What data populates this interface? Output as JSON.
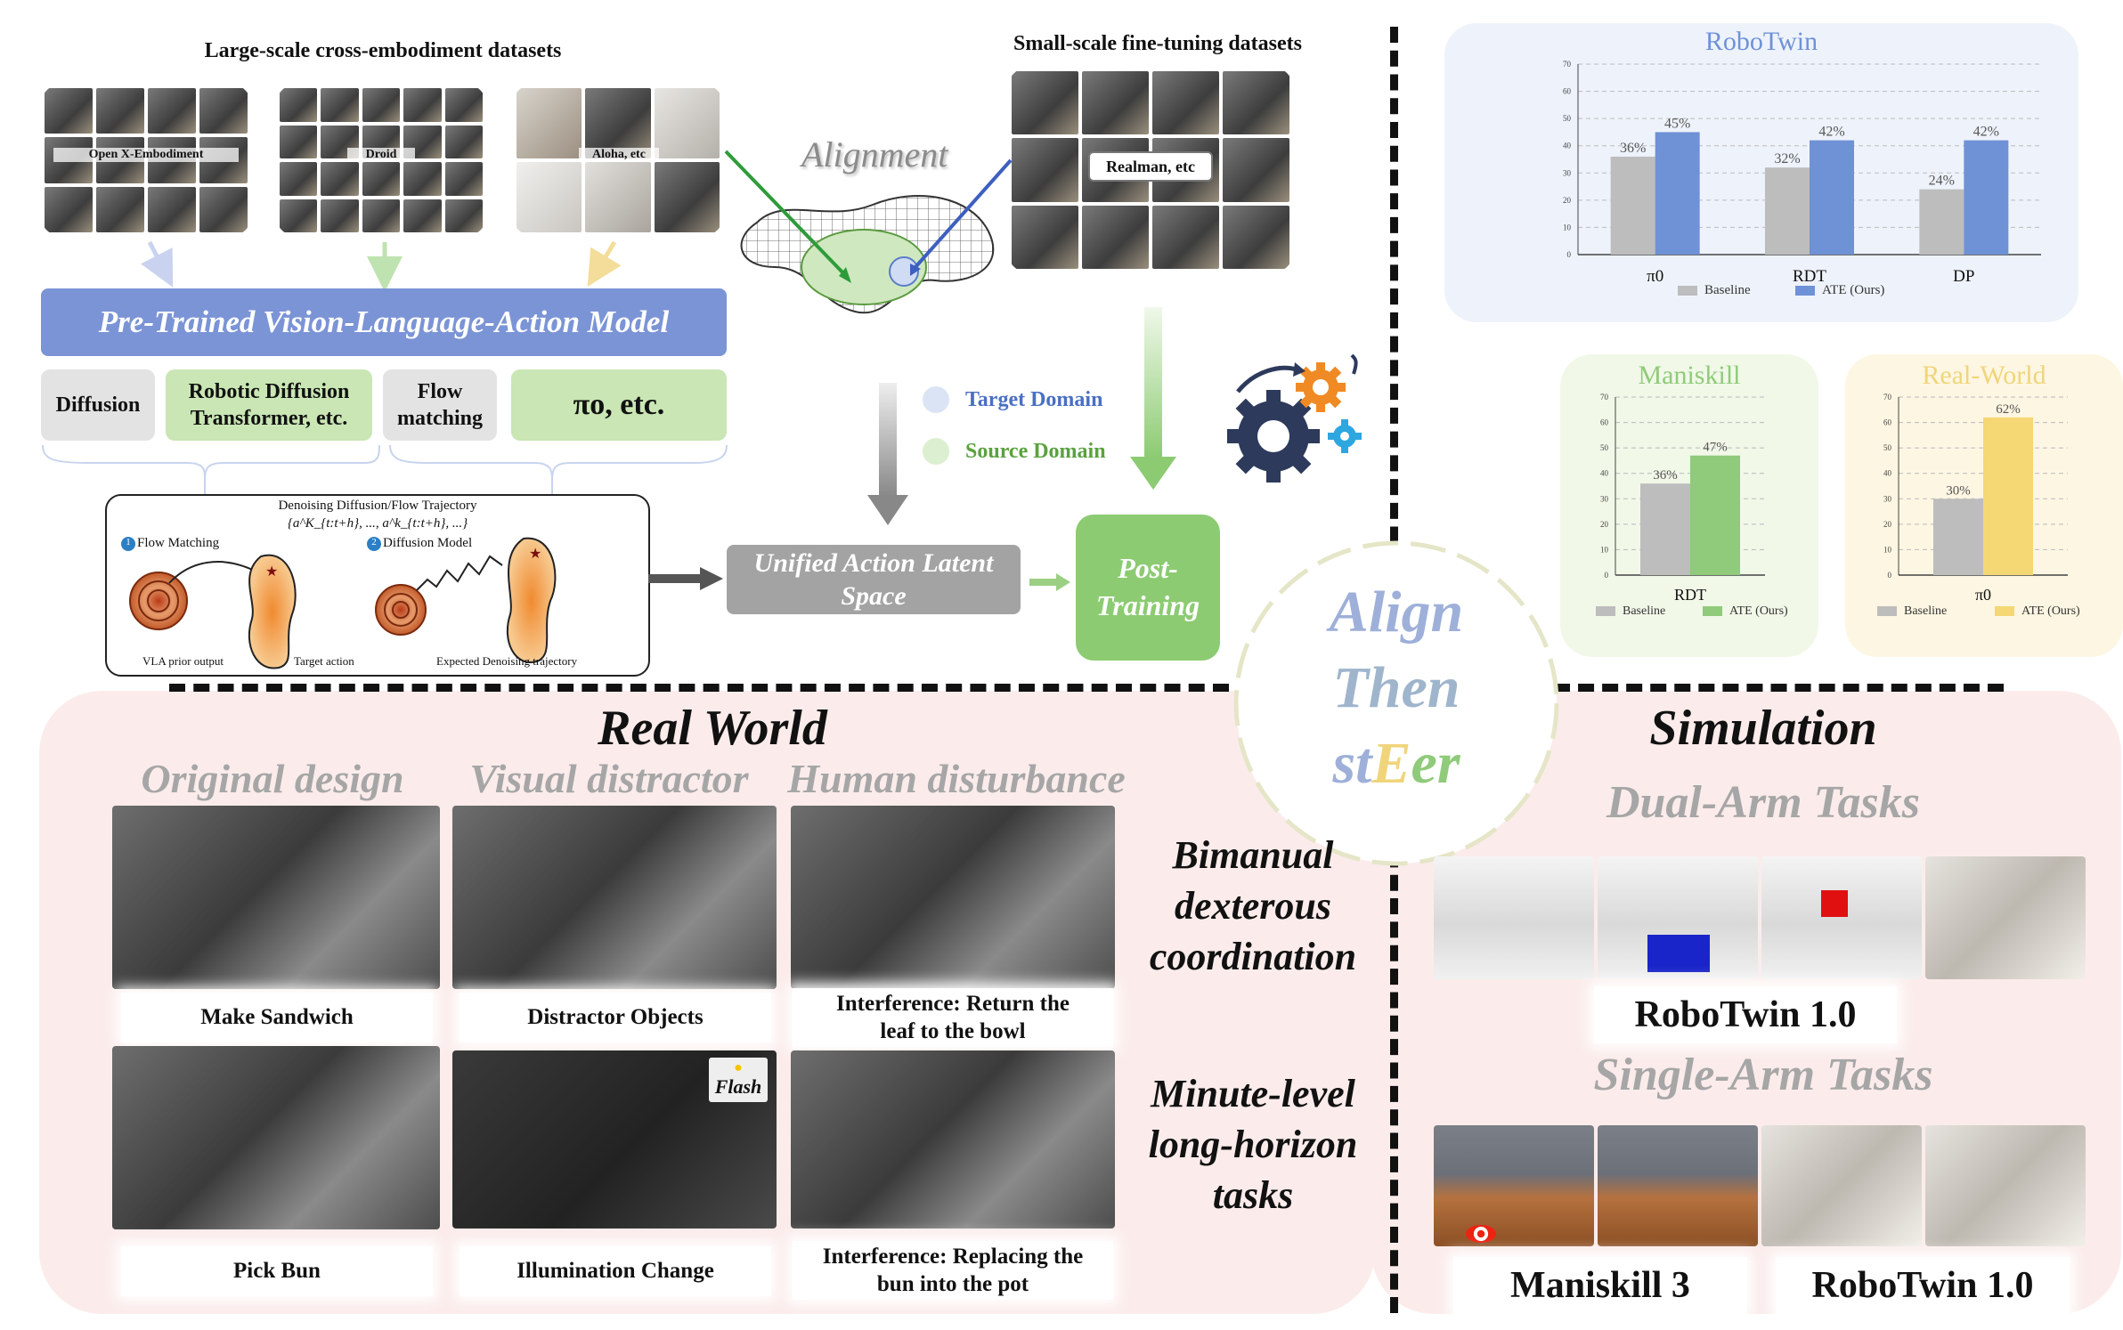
{
  "top_left": {
    "large_title": "Large-scale cross-embodiment datasets",
    "datasets": [
      "Open X-Embodiment",
      "Droid",
      "Aloha, etc"
    ],
    "vla_title": "Pre-Trained Vision-Language-Action Model",
    "chips": [
      "Diffusion",
      "Robotic Diffusion Transformer, etc.",
      "Flow matching",
      "πo, etc."
    ],
    "traj_title": "Denoising Diffusion/Flow Trajectory",
    "traj_set": "{a^K_{t:t+h}, ..., a^k_{t:t+h}, ...}",
    "flow_label": "Flow Matching",
    "diff_label": "Diffusion Model",
    "flow_num": "1",
    "diff_num": "2",
    "legend_prior": "VLA prior output",
    "legend_target": "Target action",
    "legend_expected": "Expected Denoising trajectory"
  },
  "middle": {
    "small_title": "Small-scale fine-tuning datasets",
    "realman": "Realman, etc",
    "alignment": "Alignment",
    "target_domain": "Target Domain",
    "source_domain": "Source Domain",
    "unified": "Unified Action Latent Space",
    "post_training": "Post-Training"
  },
  "logo": {
    "w1": "Align",
    "w2": "Then",
    "w3a": "st",
    "w3b": "E",
    "w3c": "er"
  },
  "charts": {
    "robotwin": {
      "title": "RoboTwin",
      "categories": [
        "π0",
        "RDT",
        "DP"
      ],
      "legend": [
        "Baseline",
        "ATE (Ours)"
      ]
    },
    "maniskill": {
      "title": "Maniskill",
      "categories": [
        "RDT"
      ],
      "legend": [
        "Baseline",
        "ATE (Ours)"
      ]
    },
    "realworld": {
      "title": "Real-World",
      "categories": [
        "π0"
      ],
      "legend": [
        "Baseline",
        "ATE (Ours)"
      ]
    }
  },
  "chart_data": [
    {
      "type": "bar",
      "title": "RoboTwin",
      "categories": [
        "π0",
        "RDT",
        "DP"
      ],
      "series": [
        {
          "name": "Baseline",
          "values": [
            36,
            32,
            24
          ],
          "labels": [
            "36%",
            "32%",
            "24%"
          ]
        },
        {
          "name": "ATE (Ours)",
          "values": [
            45,
            42,
            42
          ],
          "labels": [
            "45%",
            "42%",
            "42%"
          ]
        }
      ],
      "ylim": [
        0,
        70
      ],
      "yticks": [
        0,
        10,
        20,
        30,
        40,
        50,
        60,
        70
      ],
      "grid": true,
      "legend": "bottom"
    },
    {
      "type": "bar",
      "title": "Maniskill",
      "categories": [
        "RDT"
      ],
      "series": [
        {
          "name": "Baseline",
          "values": [
            36
          ],
          "labels": [
            "36%"
          ]
        },
        {
          "name": "ATE (Ours)",
          "values": [
            47
          ],
          "labels": [
            "47%"
          ]
        }
      ],
      "ylim": [
        0,
        70
      ],
      "yticks": [
        0,
        10,
        20,
        30,
        40,
        50,
        60,
        70
      ],
      "grid": true,
      "legend": "bottom"
    },
    {
      "type": "bar",
      "title": "Real-World",
      "categories": [
        "π0"
      ],
      "series": [
        {
          "name": "Baseline",
          "values": [
            30
          ],
          "labels": [
            "30%"
          ]
        },
        {
          "name": "ATE (Ours)",
          "values": [
            62
          ],
          "labels": [
            "62%"
          ]
        }
      ],
      "ylim": [
        0,
        70
      ],
      "yticks": [
        0,
        10,
        20,
        30,
        40,
        50,
        60,
        70
      ],
      "grid": true,
      "legend": "bottom"
    }
  ],
  "real_world": {
    "title": "Real World",
    "columns": [
      "Original design",
      "Visual distractor",
      "Human disturbance"
    ],
    "captions": [
      "Make Sandwich",
      "Distractor Objects",
      "Interference: Return the leaf to the bowl",
      "Pick Bun",
      "Illumination Change",
      "Interference: Replacing the bun into the pot"
    ],
    "flash": "Flash"
  },
  "center_text": {
    "bimanual": [
      "Bimanual",
      "dexterous",
      "coordination"
    ],
    "minute": [
      "Minute-level",
      "long-horizon",
      "tasks"
    ]
  },
  "simulation": {
    "title": "Simulation",
    "dual": "Dual-Arm Tasks",
    "robotwin1": "RoboTwin 1.0",
    "single": "Single-Arm Tasks",
    "maniskill3": "Maniskill 3",
    "robotwin2": "RoboTwin 1.0"
  },
  "colors": {
    "vla_blue": "#7b94d6",
    "green_chip": "#c9e6b4",
    "grey_chip": "#e3e3e3",
    "unified_grey": "#a3a3a3",
    "post_green": "#8ccb72",
    "pink_bg": "#fbeceb",
    "baseline": "#bdbdbd",
    "ate_blue": "#6f91d6",
    "ate_green": "#8fcb7a",
    "ate_yellow": "#f5d874",
    "target": "#4a6fc4",
    "source": "#5aa23e"
  }
}
